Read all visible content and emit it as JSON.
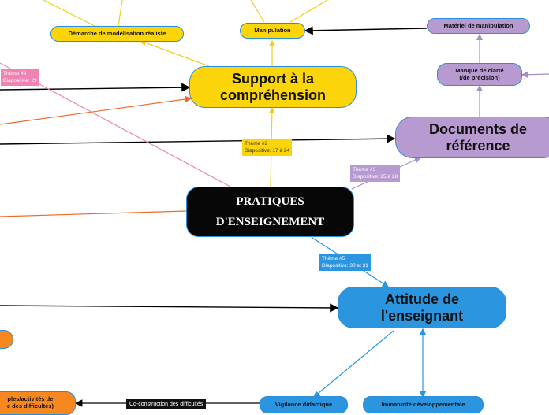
{
  "center": {
    "line1": "PRATIQUES",
    "line2": "D'ENSEIGNEMENT"
  },
  "nodes": {
    "support": {
      "line1": "Support à la",
      "line2": "compréhension"
    },
    "documents": {
      "line1": "Documents de",
      "line2": "référence"
    },
    "attitude": {
      "line1": "Attitude de",
      "line2": "l'enseignant"
    },
    "demarche": "Démarche de modélisation réaliste",
    "manipulation": "Manipulation",
    "materiel": "Matériel de manipulation",
    "clarte": {
      "line1": "Manque de clarté",
      "line2": "(/de précision)"
    },
    "vigilance": "Vigilance didactique",
    "immaturite": "Immaturité développementale",
    "exemples": {
      "line1": "ples/activités de",
      "line2": "e des difficultés)"
    }
  },
  "tags": {
    "theme4": {
      "line1": "Thème #4",
      "line2": "Diapositive: 29"
    },
    "theme2": {
      "line1": "Thème #2",
      "line2": "Diapositive: 17 à 24"
    },
    "theme3": {
      "line1": "Thème #3",
      "line2": "Diapositive: 25 à 28"
    },
    "theme5": {
      "line1": "Thème #5",
      "line2": "Diapositive: 30 et 31"
    },
    "coconstruction": "Co-construction des difficultés"
  },
  "colors": {
    "yellow": "#fbd40a",
    "purple": "#b79ad0",
    "blue": "#2b95e0",
    "orange": "#f7881f",
    "pink": "#ef84b4",
    "black": "#070707"
  }
}
